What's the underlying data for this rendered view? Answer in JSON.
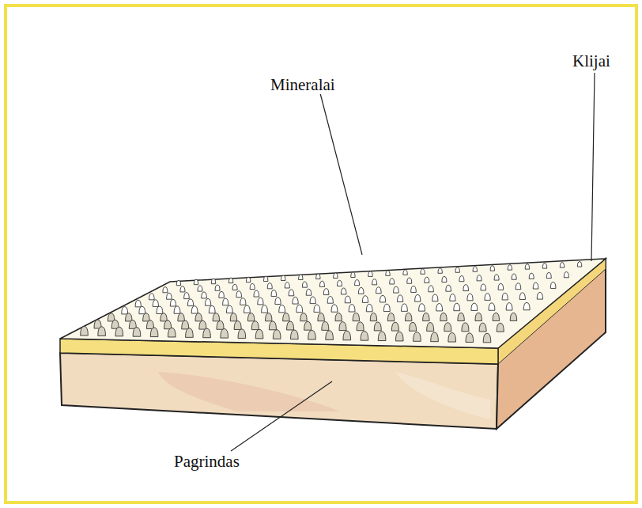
{
  "diagram": {
    "labels": [
      "Mineralai",
      "Klijai",
      "Pagrindas"
    ]
  }
}
